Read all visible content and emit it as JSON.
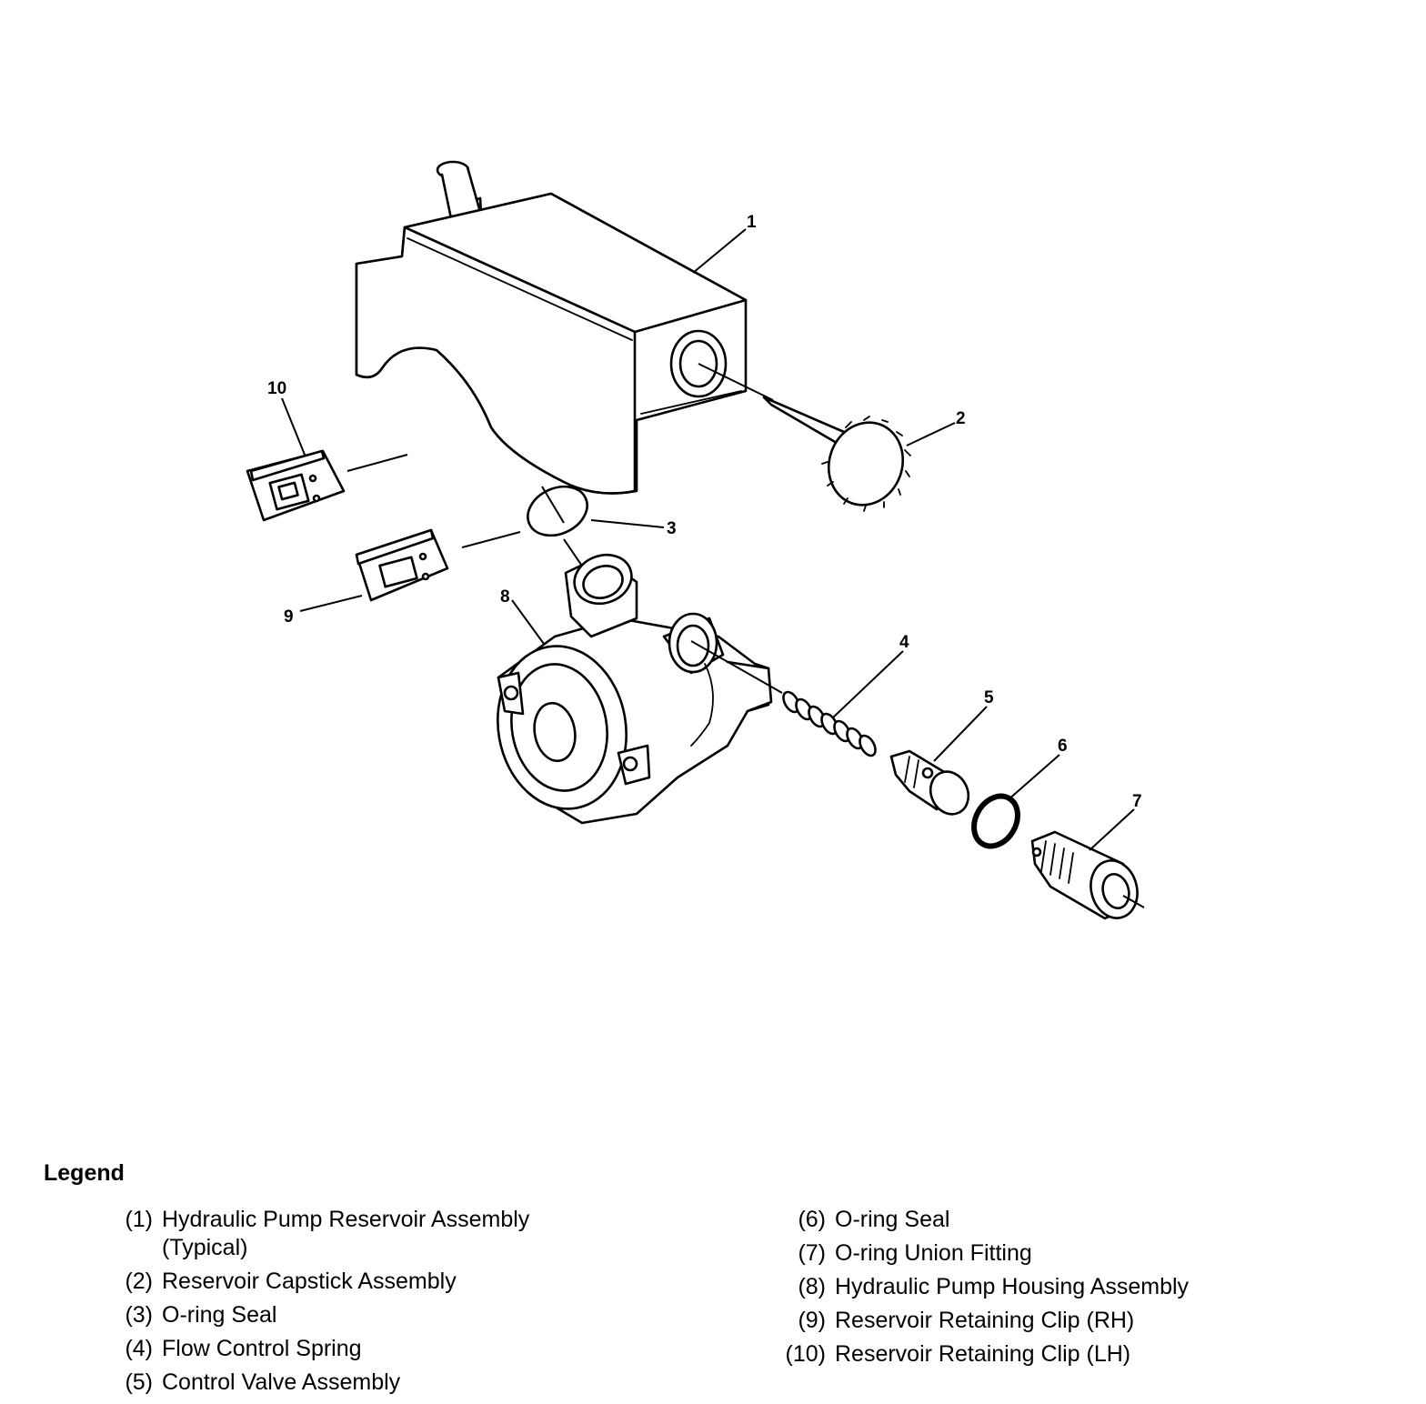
{
  "diagram": {
    "callouts": {
      "c1": "1",
      "c2": "2",
      "c3": "3",
      "c4": "4",
      "c5": "5",
      "c6": "6",
      "c7": "7",
      "c8": "8",
      "c9": "9",
      "c10": "10"
    }
  },
  "legend": {
    "title": "Legend",
    "items": [
      {
        "num": "(1)",
        "text": "Hydraulic Pump Reservoir Assembly",
        "text2": "(Typical)"
      },
      {
        "num": "(2)",
        "text": "Reservoir Capstick Assembly"
      },
      {
        "num": "(3)",
        "text": "O-ring Seal"
      },
      {
        "num": "(4)",
        "text": "Flow Control Spring"
      },
      {
        "num": "(5)",
        "text": "Control Valve Assembly"
      },
      {
        "num": "(6)",
        "text": "O-ring Seal"
      },
      {
        "num": "(7)",
        "text": "O-ring Union Fitting"
      },
      {
        "num": "(8)",
        "text": "Hydraulic Pump Housing Assembly"
      },
      {
        "num": "(9)",
        "text": "Reservoir Retaining Clip (RH)"
      },
      {
        "num": "(10)",
        "text": "Reservoir Retaining Clip (LH)"
      }
    ]
  }
}
